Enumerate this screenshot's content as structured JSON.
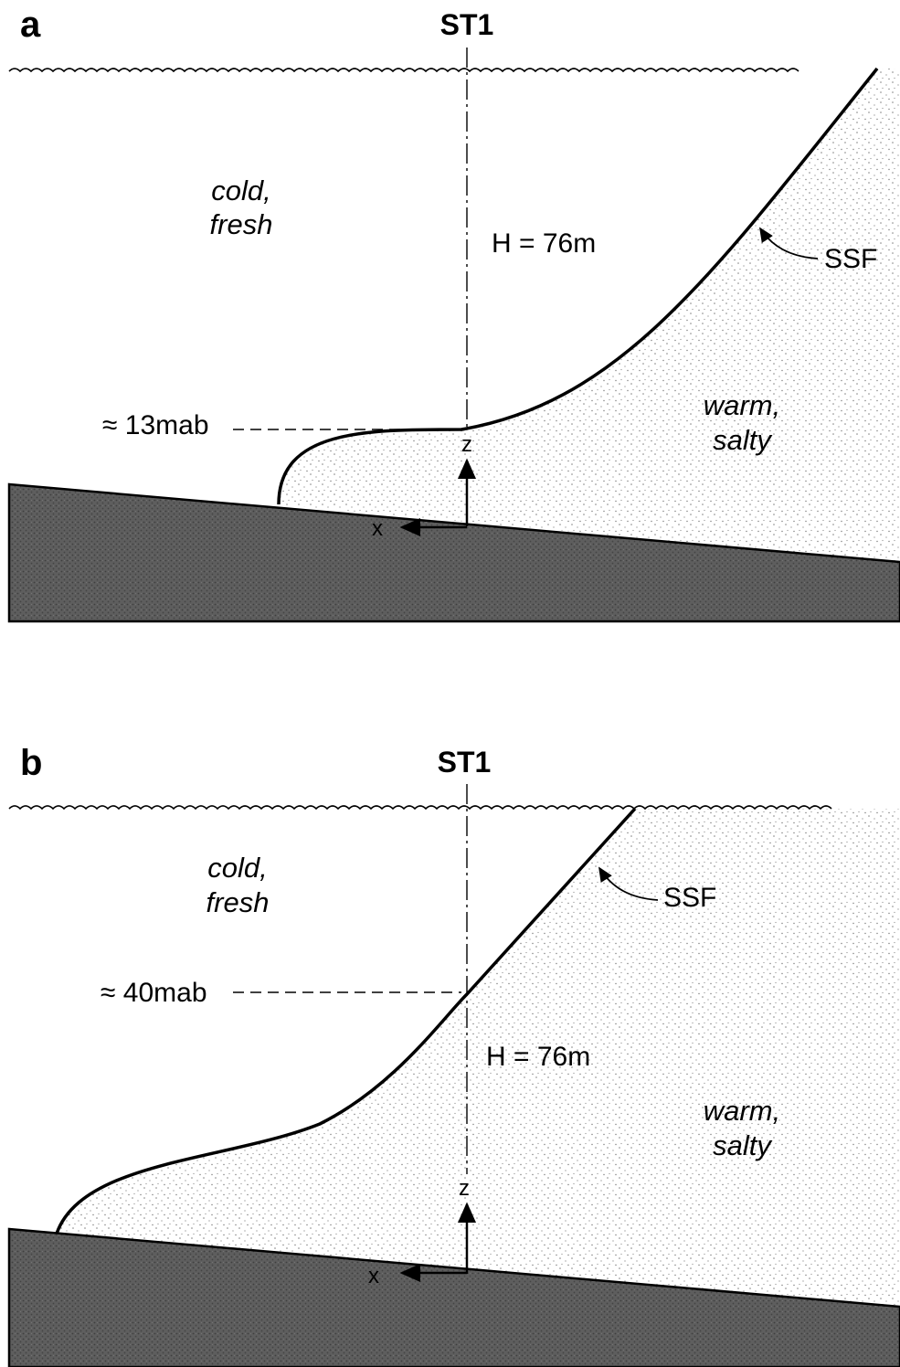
{
  "panels": [
    {
      "letter": "a",
      "station": "ST1",
      "water_mass_left": [
        "cold,",
        "fresh"
      ],
      "water_mass_right": [
        "warm,",
        "salty"
      ],
      "depth_label": "H = 76m",
      "height_label": "≈ 13mab",
      "front_label": "SSF",
      "z_axis": "z",
      "x_axis": "x"
    },
    {
      "letter": "b",
      "station": "ST1",
      "water_mass_left": [
        "cold,",
        "fresh"
      ],
      "water_mass_right": [
        "warm,",
        "salty"
      ],
      "depth_label": "H = 76m",
      "height_label": "≈ 40mab",
      "front_label": "SSF",
      "z_axis": "z",
      "x_axis": "x"
    }
  ],
  "colors": {
    "ink": "#000000",
    "seabed": "#5a5a5a",
    "warm_salty_stipple": "#777777",
    "background": "#ffffff"
  }
}
